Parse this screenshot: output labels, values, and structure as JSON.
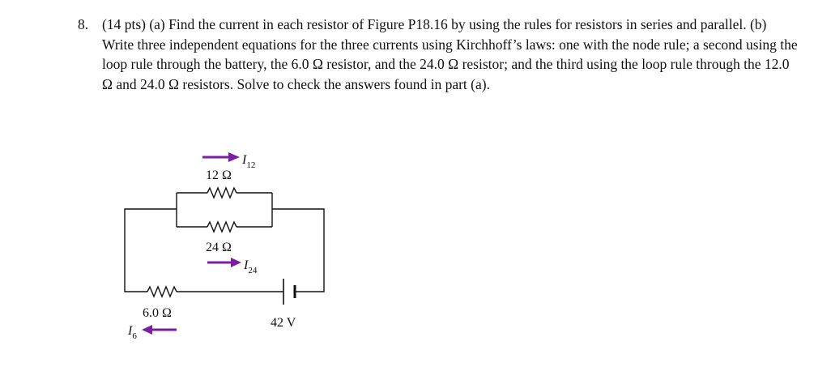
{
  "problem": {
    "number": "8.",
    "text": "(14 pts) (a) Find the current in each resistor of Figure P18.16 by using the rules for resistors in series and parallel. (b) Write three independent equations for the three currents using Kirchhoff’s laws: one with the node rule; a second using the loop rule through the battery, the 6.0 Ω resistor, and the 24.0 Ω resistor; and the third using the loop rule through the 12.0 Ω and 24.0 Ω resistors. Solve to check the answers found in part (a)."
  },
  "figure": {
    "r12_label": "12 Ω",
    "r24_label": "24 Ω",
    "r6_label": "6.0 Ω",
    "battery_label": "42 V",
    "i12_main": "I",
    "i12_sub": "12",
    "i24_main": "I",
    "i24_sub": "24",
    "i6_main": "I",
    "i6_sub": "6",
    "arrow_color": "#7b1fa2",
    "wire_color": "#111111"
  }
}
